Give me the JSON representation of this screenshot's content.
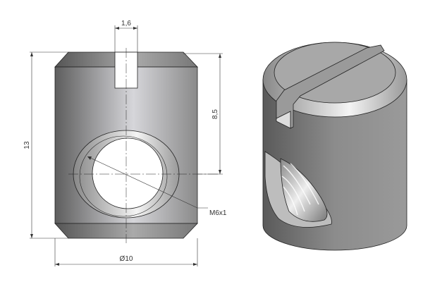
{
  "dimensions": {
    "slot_width": "1,6",
    "height": "13",
    "hole_height": "8,5",
    "diameter": "Ø10",
    "thread": "M6x1"
  },
  "colors": {
    "line": "#222222",
    "body_dark": "#6a6a6a",
    "body_light": "#d8d8dc"
  }
}
